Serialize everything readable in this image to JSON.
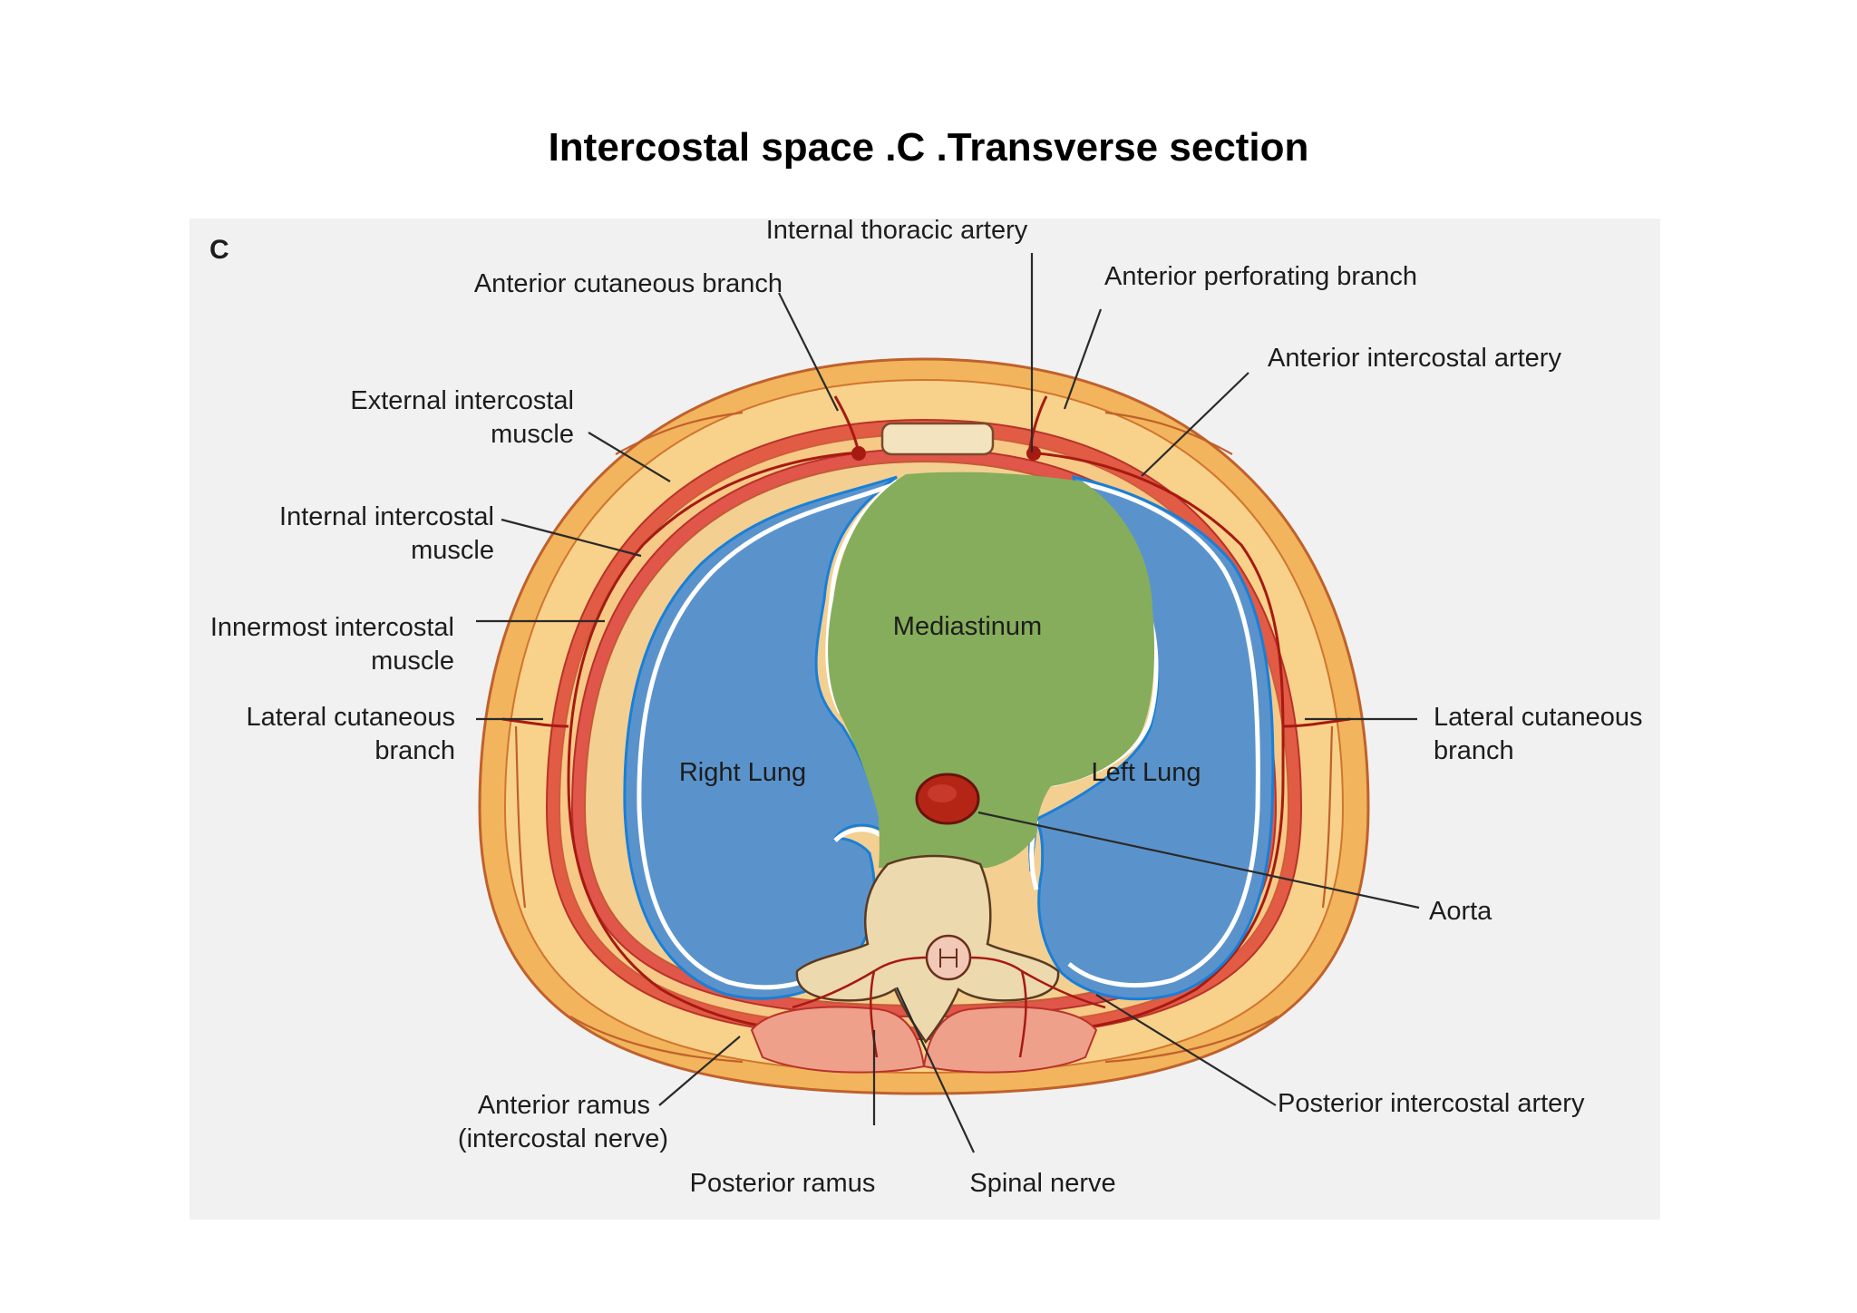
{
  "title": "Intercostal space .C .Transverse section",
  "figure": {
    "panel_letter": "C",
    "regions": {
      "mediastinum": "Mediastinum",
      "right_lung": "Right Lung",
      "left_lung": "Left Lung"
    },
    "labels": {
      "internal_thoracic_artery": "Internal thoracic artery",
      "anterior_cutaneous_branch": "Anterior cutaneous branch",
      "anterior_perforating_branch": "Anterior perforating branch",
      "anterior_intercostal_artery": "Anterior intercostal artery",
      "external_intercostal_1": "External intercostal",
      "external_intercostal_2": "muscle",
      "internal_intercostal_1": "Internal intercostal",
      "internal_intercostal_2": "muscle",
      "innermost_intercostal_1": "Innermost intercostal",
      "innermost_intercostal_2": "muscle",
      "lateral_cutaneous_left_1": "Lateral cutaneous",
      "lateral_cutaneous_left_2": "branch",
      "lateral_cutaneous_right_1": "Lateral cutaneous",
      "lateral_cutaneous_right_2": "branch",
      "aorta": "Aorta",
      "anterior_ramus_1": "Anterior ramus",
      "anterior_ramus_2": "(intercostal nerve)",
      "posterior_ramus": "Posterior ramus",
      "spinal_nerve": "Spinal nerve",
      "posterior_intercostal_artery": "Posterior intercostal artery"
    },
    "colors": {
      "skin": "#f2b45c",
      "fat": "#f8d28a",
      "muscle_red": "#d8483c",
      "vessel": "#a61a12",
      "lung": "#5a93cc",
      "pleura": "#ffffff",
      "pleura_edge": "#1a7fd6",
      "mediastinum": "#86ad5b",
      "bone": "#ecd9ad",
      "back_muscle": "#eea08a"
    }
  }
}
